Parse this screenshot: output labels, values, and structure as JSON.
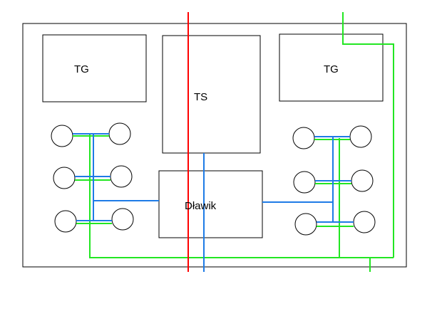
{
  "labels": {
    "tg_left": "TG",
    "ts": "TS",
    "tg_right": "TG",
    "dlawik": "Dławik"
  },
  "colors": {
    "outline": "#000000",
    "red_line": "#ff0000",
    "blue_line": "#1e7be6",
    "green_line": "#22e622",
    "background": "#ffffff"
  }
}
